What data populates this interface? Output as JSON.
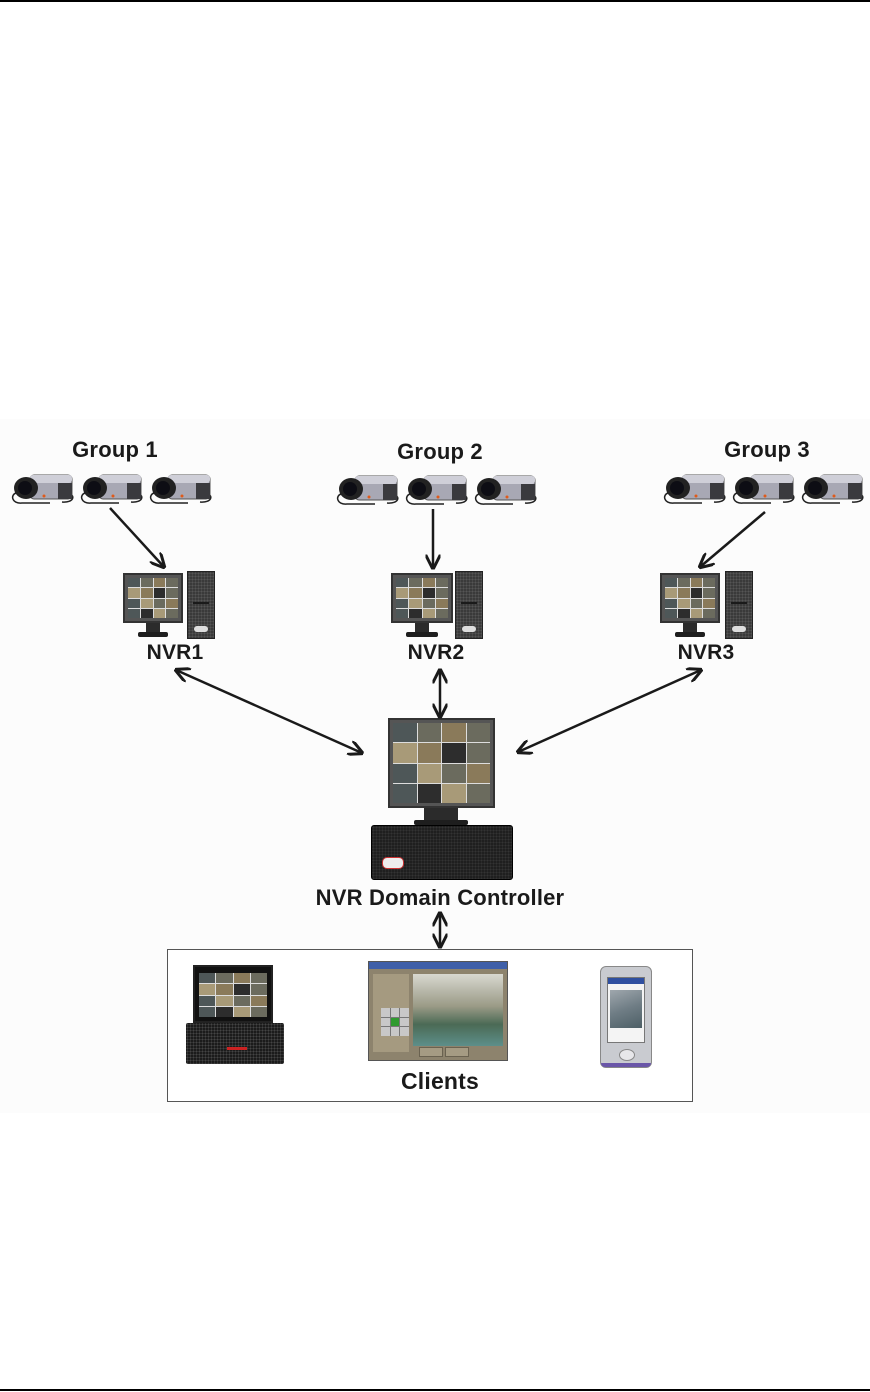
{
  "diagram": {
    "groups": [
      {
        "label": "Group 1",
        "camera_count": 3,
        "camera_icon": "ip-camera-icon"
      },
      {
        "label": "Group 2",
        "camera_count": 3,
        "camera_icon": "ip-camera-icon"
      },
      {
        "label": "Group 3",
        "camera_count": 3,
        "camera_icon": "ip-camera-icon"
      }
    ],
    "nvrs": [
      {
        "label": "NVR1",
        "icon": "desktop-pc-icon"
      },
      {
        "label": "NVR2",
        "icon": "desktop-pc-icon"
      },
      {
        "label": "NVR3",
        "icon": "desktop-pc-icon"
      }
    ],
    "domain_controller": {
      "label": "NVR Domain Controller",
      "icon": "rack-server-icon"
    },
    "clients": {
      "label": "Clients",
      "devices": [
        {
          "type": "laptop",
          "icon": "laptop-icon"
        },
        {
          "type": "desktop-application",
          "icon": "client-app-window-icon"
        },
        {
          "type": "pda",
          "icon": "pda-icon"
        }
      ]
    },
    "connections": [
      {
        "from": "Group 1",
        "to": "NVR1",
        "direction": "one-way"
      },
      {
        "from": "Group 2",
        "to": "NVR2",
        "direction": "one-way"
      },
      {
        "from": "Group 3",
        "to": "NVR3",
        "direction": "one-way"
      },
      {
        "from": "NVR1",
        "to": "NVR Domain Controller",
        "direction": "two-way"
      },
      {
        "from": "NVR2",
        "to": "NVR Domain Controller",
        "direction": "two-way"
      },
      {
        "from": "NVR3",
        "to": "NVR Domain Controller",
        "direction": "two-way"
      },
      {
        "from": "NVR Domain Controller",
        "to": "Clients",
        "direction": "two-way"
      }
    ],
    "colors": {
      "text": "#1a1a1a",
      "arrow": "#1a1a1a",
      "page_rule": "#000000",
      "diagram_background": "#fcfcfc"
    }
  }
}
